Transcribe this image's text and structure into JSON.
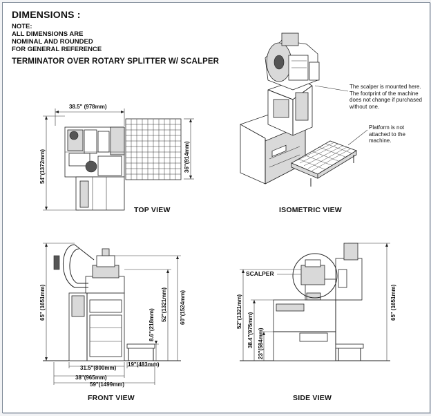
{
  "header": {
    "title": "DIMENSIONS :",
    "note_lines": [
      "NOTE:",
      "ALL DIMENSIONS ARE",
      "NOMINAL AND ROUNDED",
      "FOR GENERAL REFERENCE"
    ],
    "subtitle": "TERMINATOR OVER ROTARY SPLITTER W/ SCALPER"
  },
  "views": {
    "top": "TOP VIEW",
    "isometric": "ISOMETRIC VIEW",
    "front": "FRONT VIEW",
    "side": "SIDE VIEW"
  },
  "callouts": {
    "scalper_note": [
      "The scalper is mounted here.",
      "The footprint of the machine",
      "does not change if purchased",
      "without one."
    ],
    "platform_note": [
      "Platform is not",
      "attached to the",
      "machine."
    ],
    "scalper_label": "SCALPER"
  },
  "dimensions": {
    "top_width": "38.5\" (978mm)",
    "top_depth_left": "54\"(1372mm)",
    "top_depth_right": "36\"(914mm)",
    "front_total_height": "65\" (1651mm)",
    "front_height_60": "60\"(1524mm)",
    "front_height_52": "52\"(1321mm)",
    "front_height_8_6": "8.6\"(218mm)",
    "front_width_31_5": "31.5\"(800mm)",
    "front_width_19": "19\"(483mm)",
    "front_width_38": "38\"(965mm)",
    "front_width_59": "59\"(1499mm)",
    "side_height_52": "52\"(1321mm)",
    "side_height_38_4": "38.4\"(975mm)",
    "side_height_23": "23\"(584mm)",
    "side_total_height": "65\" (1651mm)"
  },
  "colors": {
    "border": "#7f8a98",
    "line": "#222222",
    "background": "#ffffff"
  }
}
